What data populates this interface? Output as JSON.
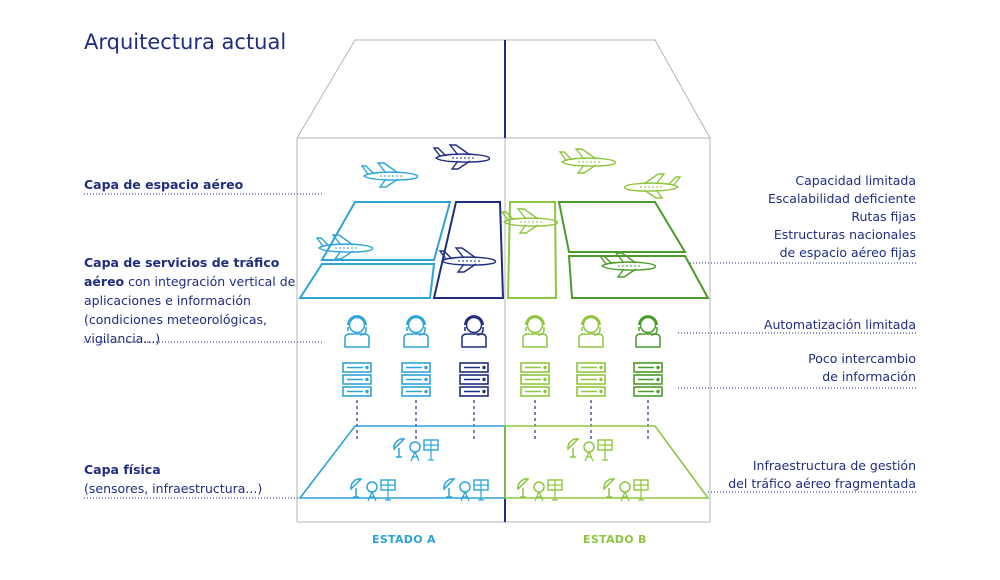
{
  "title": "Arquitectura actual",
  "left_labels": {
    "airspace": "Capa de espacio aéreo",
    "ats_bold": "Capa de servicios de tráfico aéreo",
    "ats_rest": " con integración vertical de aplicaciones e información (condiciones meteorológicas, vigilancia...)",
    "physical_bold": "Capa física",
    "physical_rest": "(sensores, infraestructura...)"
  },
  "right_labels": {
    "airspace_lines": [
      "Capacidad limitada",
      "Escalabilidad deficiente",
      "Rutas fijas",
      "Estructuras nacionales",
      "de espacio aéreo fijas"
    ],
    "automation": "Automatización limitada",
    "exchange_lines": [
      "Poco intercambio",
      "de información"
    ],
    "infra_lines": [
      "Infraestructura de gestión",
      "del tráfico aéreo fragmentada"
    ]
  },
  "states": {
    "a": "ESTADO A",
    "b": "ESTADO B"
  },
  "colors": {
    "navy": "#1f2d80",
    "blue": "#2ea3d8",
    "green": "#8dc63f",
    "darkgreen": "#4c9a2a",
    "gray": "#b5b5b5"
  },
  "icons": {
    "aircraft": "airplane-icon",
    "controller": "headset-operator-icon",
    "server": "server-rack-icon",
    "sensor": "radar-antenna-icon"
  }
}
